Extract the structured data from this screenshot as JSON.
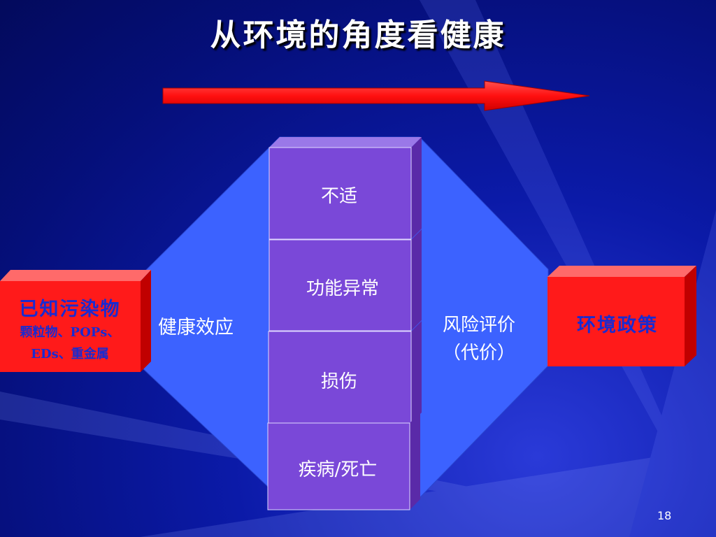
{
  "title": "从环境的角度看健康",
  "left_box": {
    "title": "已知污染物",
    "subtitle_line1": "颗粒物、POPs、",
    "subtitle_line2": "EDs、重金属"
  },
  "center_label": "健康效应",
  "stages": [
    {
      "label": "不适"
    },
    {
      "label": "功能异常"
    },
    {
      "label": "损伤"
    },
    {
      "label": "疾病/死亡"
    }
  ],
  "right_label_line1": "风险评价",
  "right_label_line2": "（代价）",
  "right_box": {
    "title": "环境政策"
  },
  "page_number": "18",
  "colors": {
    "background": "#0b1aa8",
    "hexagon": "#3c62ff",
    "stage_face": "#7a48d8",
    "stage_top": "#9a78e8",
    "stage_side": "#5a2aa8",
    "red_box": "#ff1a1a",
    "red_box_top": "#ff6a6a",
    "red_box_side": "#c00000",
    "box_text": "#1a2bd0",
    "arrow": "#ff1010"
  }
}
